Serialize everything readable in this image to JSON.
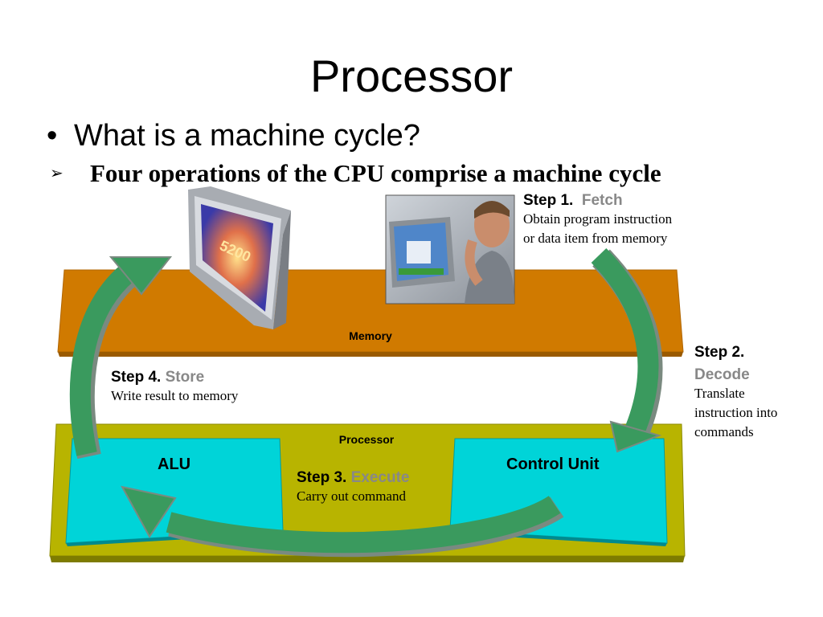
{
  "slide": {
    "title": "Processor",
    "bullet1": "What is a machine cycle?",
    "bullet2": "Four operations of the CPU comprise a machine cycle"
  },
  "diagram": {
    "memory_label": "Memory",
    "processor_label": "Processor",
    "alu_label": "ALU",
    "control_unit_label": "Control Unit",
    "monitor_text": "5200",
    "steps": [
      {
        "num": "Step 1.",
        "word": "Fetch",
        "desc": [
          "Obtain program instruction",
          "or data item from memory"
        ]
      },
      {
        "num": "Step 2.",
        "word": "Decode",
        "desc": [
          "Translate",
          "instruction into",
          "commands"
        ]
      },
      {
        "num": "Step 3.",
        "word": "Execute",
        "desc": [
          "Carry out command"
        ]
      },
      {
        "num": "Step 4.",
        "word": "Store",
        "desc": [
          "Write result to memory"
        ]
      }
    ]
  },
  "colors": {
    "memory": "#d07a00",
    "processor": "#b8b400",
    "unit": "#00d4d8",
    "arrow": "#3a9a5e",
    "step_word": "#888888"
  },
  "icons": [
    "bullet-dot-icon",
    "arrow-bullet-icon",
    "monitor-icon",
    "person-at-computer-image",
    "cycle-arrow-icon"
  ]
}
